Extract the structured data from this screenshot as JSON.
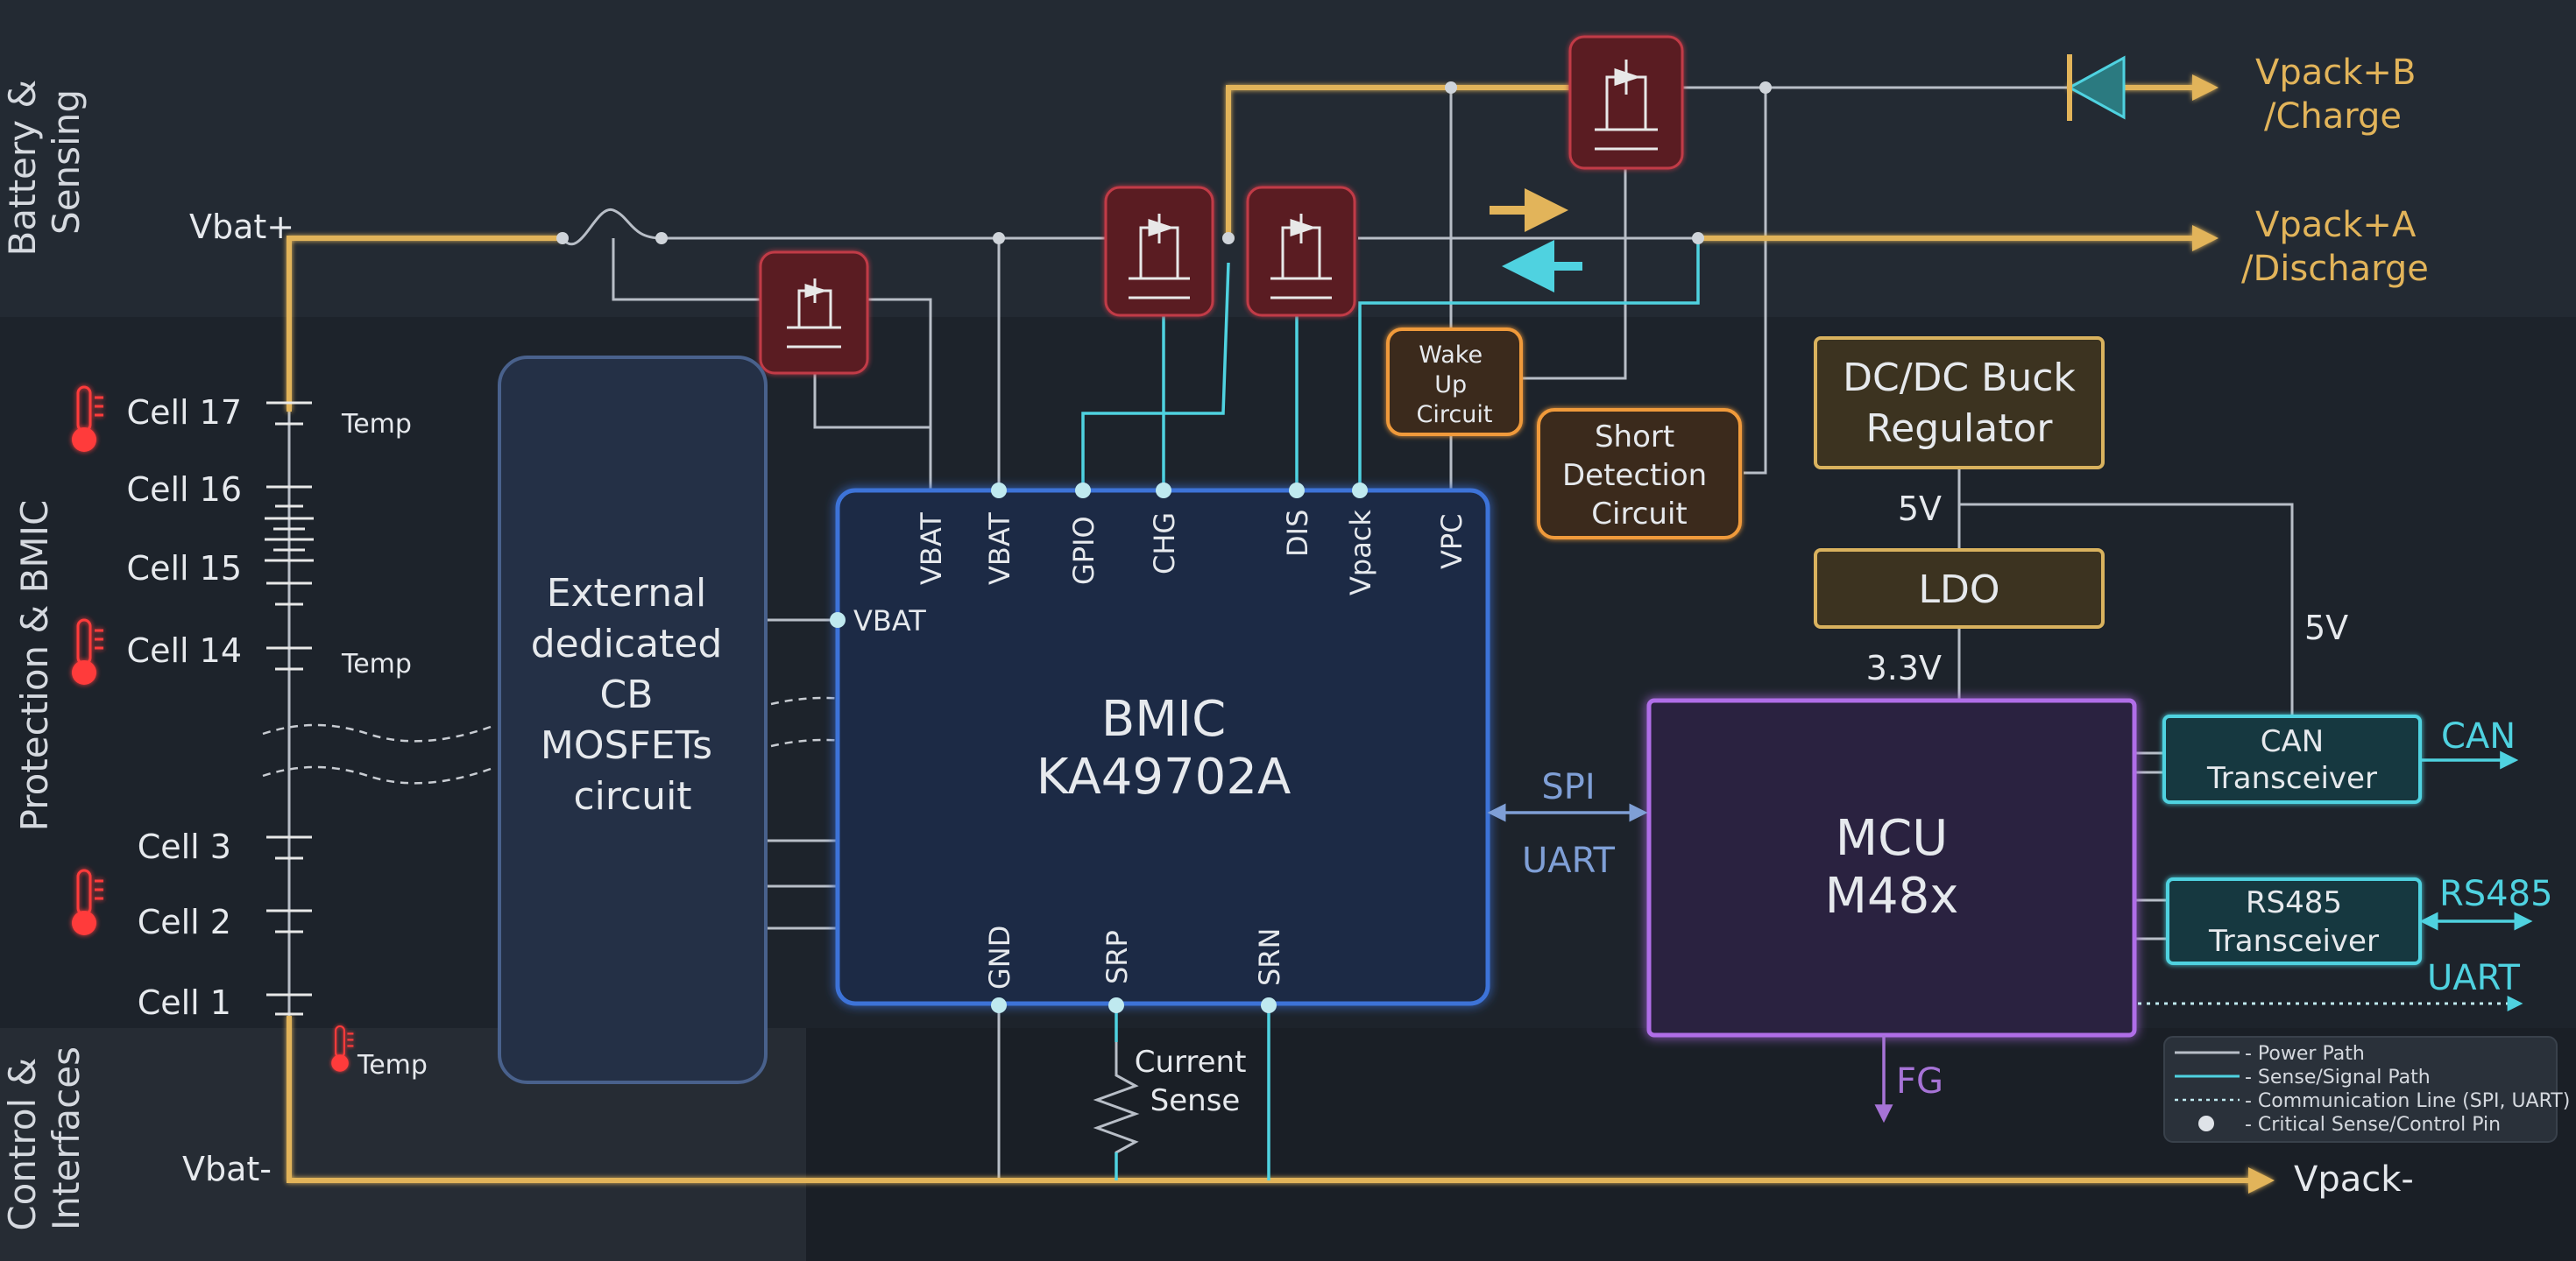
{
  "colors": {
    "power": "#e2b45a",
    "wire": "#b8bec7",
    "signal": "#4fd2e0",
    "comm": "#7f9fd6",
    "mosfet": "#c13a46",
    "orange": "#f09a3a",
    "gold": "#d9b25e",
    "bmic": "#3d73d8",
    "mcu": "#b06ee8",
    "cb": "#49618c"
  },
  "zones": {
    "battery_sensing": "Battery & Sensing",
    "protection_bmic": "Protection & BMIC",
    "control_interfaces": "Control & Interfaces"
  },
  "battery": {
    "vbat_plus": "Vbat+",
    "vbat_minus": "Vbat-",
    "cells": [
      "Cell 17",
      "Cell 16",
      "Cell 15",
      "Cell 14",
      "Cell 3",
      "Cell 2",
      "Cell 1"
    ],
    "temp": "Temp"
  },
  "cb_box": {
    "lines": [
      "External",
      "dedicated",
      "CB",
      "MOSFETs",
      "circuit"
    ]
  },
  "bmic": {
    "name": "BMIC",
    "part": "KA49702A",
    "top_pins": [
      "VBAT",
      "VBAT",
      "GPIO",
      "CHG",
      "DIS",
      "Vpack",
      "VPC"
    ],
    "side_pin": "VBAT",
    "bottom_pins": [
      "GND",
      "SRP",
      "SRN"
    ]
  },
  "current_sense": {
    "line1": "Current",
    "line2": "Sense"
  },
  "wakeup": {
    "lines": [
      "Wake",
      "Up",
      "Circuit"
    ]
  },
  "short_detect": {
    "lines": [
      "Short",
      "Detection",
      "Circuit"
    ]
  },
  "dcdc": {
    "line1": "DC/DC Buck",
    "line2": "Regulator"
  },
  "ldo": {
    "label": "LDO"
  },
  "rails": {
    "v5_a": "5V",
    "v5_b": "5V",
    "v33": "3.3V"
  },
  "mcu": {
    "name": "MCU",
    "part": "M48x"
  },
  "buses": {
    "spi": "SPI",
    "uart": "UART",
    "fg": "FG"
  },
  "can": {
    "line1": "CAN",
    "line2": "Transceiver",
    "out": "CAN"
  },
  "rs485": {
    "line1": "RS485",
    "line2": "Transceiver",
    "out": "RS485",
    "uart_out": "UART"
  },
  "outputs": {
    "vpackb_1": "Vpack+B",
    "vpackb_2": "/Charge",
    "vpacka_1": "Vpack+A",
    "vpacka_2": "/Discharge",
    "vpack_minus": "Vpack-"
  },
  "legend": {
    "power": "- Power Path",
    "sense": "- Sense/Signal Path",
    "comm": "- Communication Line (SPI, UART)",
    "pin": "- Critical Sense/Control Pin"
  }
}
